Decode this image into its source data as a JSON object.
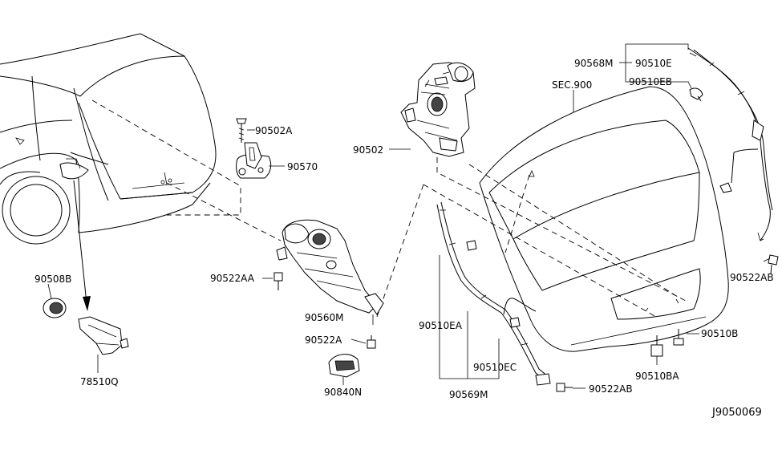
{
  "diagram_id": "J9050069",
  "section_ref": "SEC.900",
  "labels": {
    "p90502A": "90502A",
    "p90570": "90570",
    "p90502": "90502",
    "p90568M": "90568M",
    "p90510E": "90510E",
    "p90510EB": "90510EB",
    "p90508B": "90508B",
    "p90522AA": "90522AA",
    "p90560M": "90560M",
    "p90522A": "90522A",
    "p90840N": "90840N",
    "p78510Q": "78510Q",
    "p90510EA": "90510EA",
    "p90510EC": "90510EC",
    "p90569M": "90569M",
    "p90522AB_bottom": "90522AB",
    "p90522AB_right": "90522AB",
    "p90510B": "90510B",
    "p90510BA": "90510BA"
  }
}
